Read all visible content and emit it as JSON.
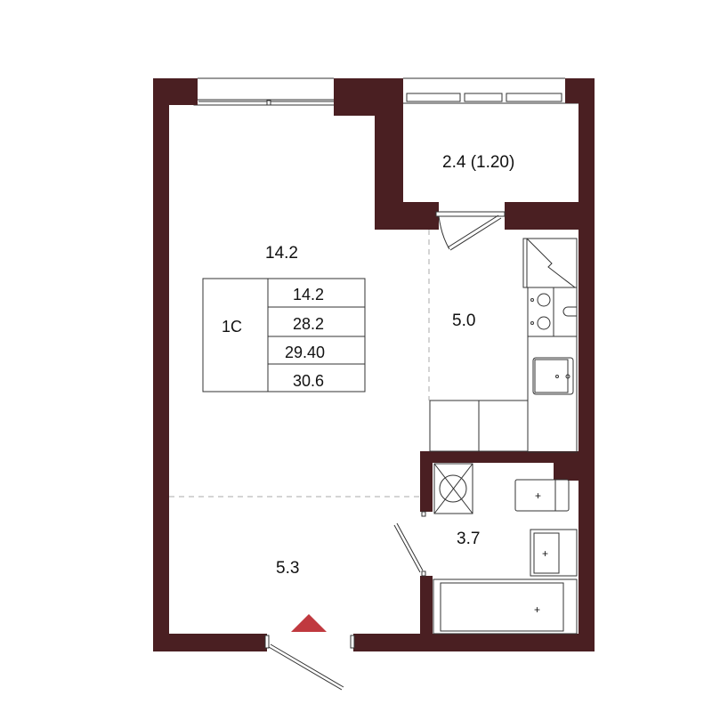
{
  "plan": {
    "rooms": {
      "living": "14.2",
      "balcony": "2.4 (1.20)",
      "kitchen": "5.0",
      "hall": "5.3",
      "bathroom": "3.7"
    },
    "summary": {
      "type": "1С",
      "values": [
        "14.2",
        "28.2",
        "29.40",
        "30.6"
      ]
    },
    "colors": {
      "wall": "#4a1f22",
      "entrance_marker": "#c0393f"
    }
  }
}
